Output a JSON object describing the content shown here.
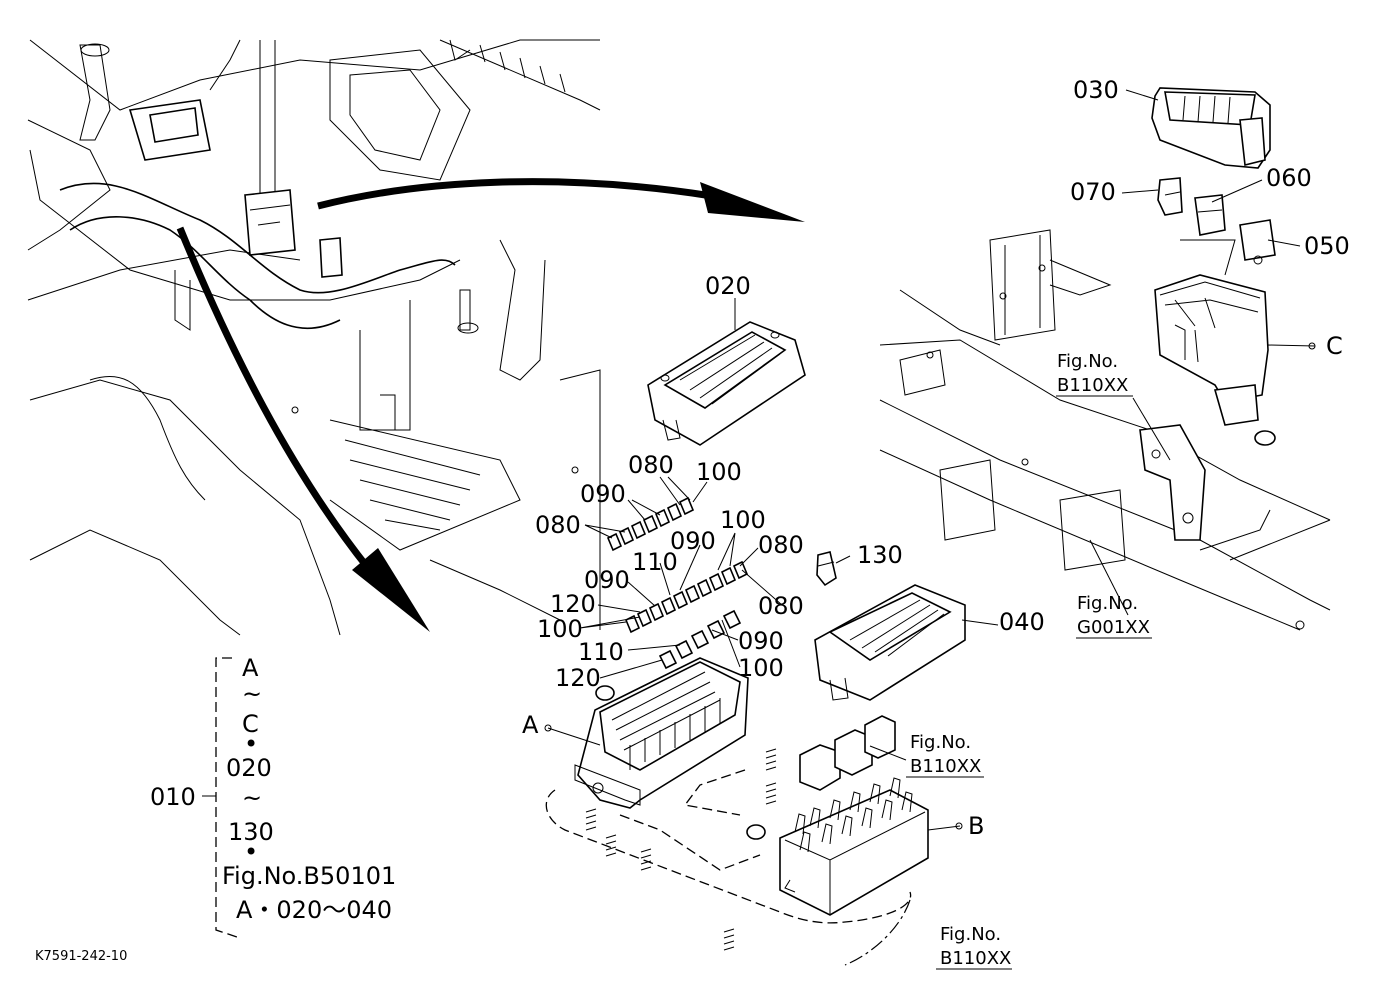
{
  "diagram": {
    "drawing_code": "K7591-242-10",
    "assembly": {
      "part": "010",
      "contents": [
        "A",
        "~",
        "C",
        "•",
        "020",
        "~",
        "130",
        "•",
        "Fig.No.B50101",
        "A・020～040"
      ]
    },
    "parts": {
      "p020": "020",
      "p030": "030",
      "p040": "040",
      "p050": "050",
      "p060": "060",
      "p070": "070",
      "p130": "130"
    },
    "fuse_labels": [
      "080",
      "100",
      "090",
      "080",
      "100",
      "090",
      "080",
      "110",
      "090",
      "120",
      "080",
      "100",
      "090",
      "110",
      "100",
      "120"
    ],
    "letters": {
      "a": "A",
      "b": "B",
      "c": "C"
    },
    "refs": {
      "fig_no": "Fig.No.",
      "b110xx": "B110XX",
      "g001xx": "G001XX"
    }
  }
}
